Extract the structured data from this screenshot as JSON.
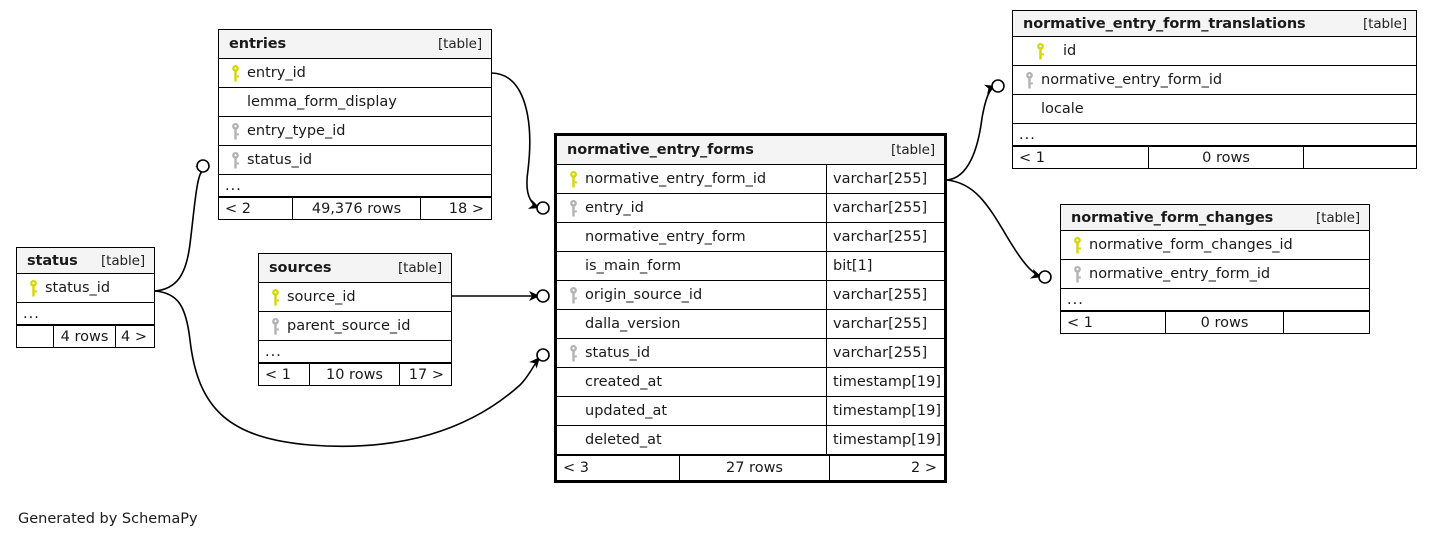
{
  "diagram": {
    "generator_note": "Generated by SchemaPy",
    "table_tag": "[table]",
    "ellipsis": "...",
    "colors": {
      "primary_key": "#d6d600",
      "foreign_key": "#b3b3b3",
      "header_bg": "#f4f4f4",
      "border": "#000000",
      "text": "#1a1a1a",
      "background": "#ffffff"
    },
    "tables": [
      {
        "id": "entries",
        "name": "entries",
        "tag": "[table]",
        "columns": [
          {
            "name": "entry_id",
            "key": "primary",
            "type": ""
          },
          {
            "name": "lemma_form_display",
            "key": "none",
            "type": ""
          },
          {
            "name": "entry_type_id",
            "key": "foreign",
            "type": ""
          },
          {
            "name": "status_id",
            "key": "foreign",
            "type": ""
          }
        ],
        "has_ellipsis": true,
        "footer": {
          "left": "< 2",
          "middle": "49,376 rows",
          "right": "18 >"
        }
      },
      {
        "id": "status",
        "name": "status",
        "tag": "[table]",
        "columns": [
          {
            "name": "status_id",
            "key": "primary",
            "type": ""
          }
        ],
        "has_ellipsis": true,
        "footer": {
          "left": "",
          "middle": "4 rows",
          "right": "4 >"
        }
      },
      {
        "id": "sources",
        "name": "sources",
        "tag": "[table]",
        "columns": [
          {
            "name": "source_id",
            "key": "primary",
            "type": ""
          },
          {
            "name": "parent_source_id",
            "key": "foreign",
            "type": ""
          }
        ],
        "has_ellipsis": true,
        "footer": {
          "left": "< 1",
          "middle": "10 rows",
          "right": "17 >"
        }
      },
      {
        "id": "normative_entry_forms",
        "name": "normative_entry_forms",
        "tag": "[table]",
        "columns": [
          {
            "name": "normative_entry_form_id",
            "key": "primary",
            "type": "varchar[255]"
          },
          {
            "name": "entry_id",
            "key": "foreign",
            "type": "varchar[255]"
          },
          {
            "name": "normative_entry_form",
            "key": "none",
            "type": "varchar[255]"
          },
          {
            "name": "is_main_form",
            "key": "none",
            "type": "bit[1]"
          },
          {
            "name": "origin_source_id",
            "key": "foreign",
            "type": "varchar[255]"
          },
          {
            "name": "dalla_version",
            "key": "none",
            "type": "varchar[255]"
          },
          {
            "name": "status_id",
            "key": "foreign",
            "type": "varchar[255]"
          },
          {
            "name": "created_at",
            "key": "none",
            "type": "timestamp[19]"
          },
          {
            "name": "updated_at",
            "key": "none",
            "type": "timestamp[19]"
          },
          {
            "name": "deleted_at",
            "key": "none",
            "type": "timestamp[19]"
          }
        ],
        "has_ellipsis": false,
        "footer": {
          "left": "< 3",
          "middle": "27 rows",
          "right": "2 >"
        }
      },
      {
        "id": "normative_entry_form_translations",
        "name": "normative_entry_form_translations",
        "tag": "[table]",
        "columns": [
          {
            "name": "id",
            "key": "primary",
            "type": ""
          },
          {
            "name": "normative_entry_form_id",
            "key": "foreign",
            "type": ""
          },
          {
            "name": "locale",
            "key": "none",
            "type": ""
          }
        ],
        "has_ellipsis": true,
        "footer": {
          "left": "< 1",
          "middle": "0 rows",
          "right": ""
        }
      },
      {
        "id": "normative_form_changes",
        "name": "normative_form_changes",
        "tag": "[table]",
        "columns": [
          {
            "name": "normative_form_changes_id",
            "key": "primary",
            "type": ""
          },
          {
            "name": "normative_entry_form_id",
            "key": "foreign",
            "type": ""
          }
        ],
        "has_ellipsis": true,
        "footer": {
          "left": "< 1",
          "middle": "0 rows",
          "right": ""
        }
      }
    ],
    "relationships": [
      {
        "from_table": "entries",
        "from_column": "entry_id",
        "to_table": "normative_entry_forms",
        "to_column": "entry_id"
      },
      {
        "from_table": "sources",
        "from_column": "source_id",
        "to_table": "normative_entry_forms",
        "to_column": "origin_source_id"
      },
      {
        "from_table": "status",
        "from_column": "status_id",
        "to_table": "normative_entry_forms",
        "to_column": "status_id"
      },
      {
        "from_table": "status",
        "from_column": "status_id",
        "to_table": "entries",
        "to_column": "status_id"
      },
      {
        "from_table": "normative_entry_forms",
        "from_column": "normative_entry_form_id",
        "to_table": "normative_entry_form_translations",
        "to_column": "normative_entry_form_id"
      },
      {
        "from_table": "normative_entry_forms",
        "from_column": "normative_entry_form_id",
        "to_table": "normative_form_changes",
        "to_column": "normative_entry_form_id"
      }
    ]
  }
}
